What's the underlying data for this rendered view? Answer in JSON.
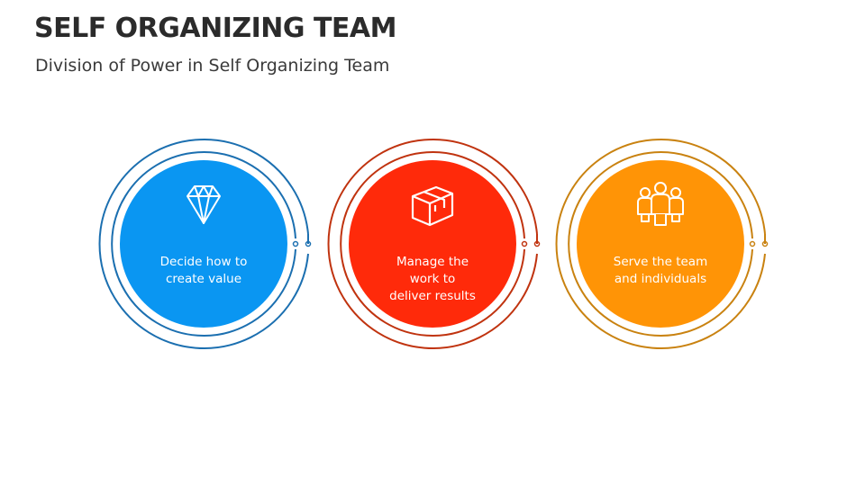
{
  "header": {
    "title": "SELF ORGANIZING TEAM",
    "subtitle": "Division of Power in Self Organizing Team"
  },
  "items": [
    {
      "label": "Decide how to\ncreate value",
      "icon": "diamond-icon",
      "fill": "#0a96f2",
      "ring": "#1b6fb0"
    },
    {
      "label": "Manage the\nwork to\ndeliver results",
      "icon": "box-icon",
      "fill": "#ff2a0a",
      "ring": "#c0330f"
    },
    {
      "label": "Serve the team\nand individuals",
      "icon": "people-icon",
      "fill": "#ff9406",
      "ring": "#c98210"
    }
  ]
}
